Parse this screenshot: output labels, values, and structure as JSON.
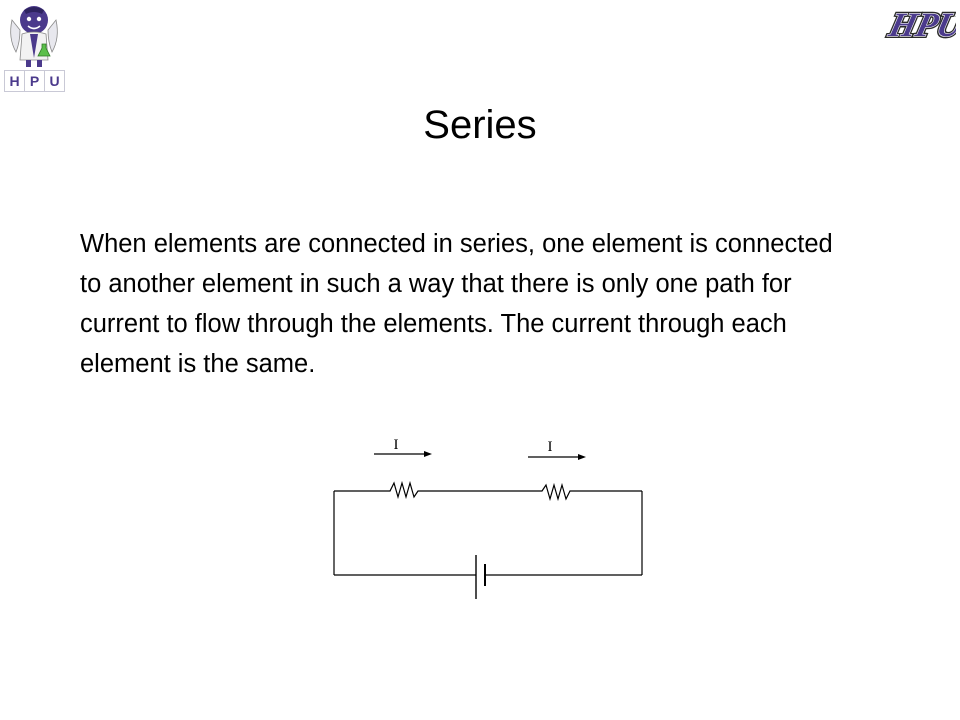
{
  "logos": {
    "left_letters": [
      "H",
      "P",
      "U"
    ],
    "right_text": "HPU"
  },
  "slide": {
    "title": "Series",
    "body": "When elements are connected in series, one element is connected to another element in such a way that there is only one path for current to flow through the elements. The current through each element is the same."
  },
  "circuit": {
    "current_label_1": "I",
    "current_label_2": "I"
  }
}
